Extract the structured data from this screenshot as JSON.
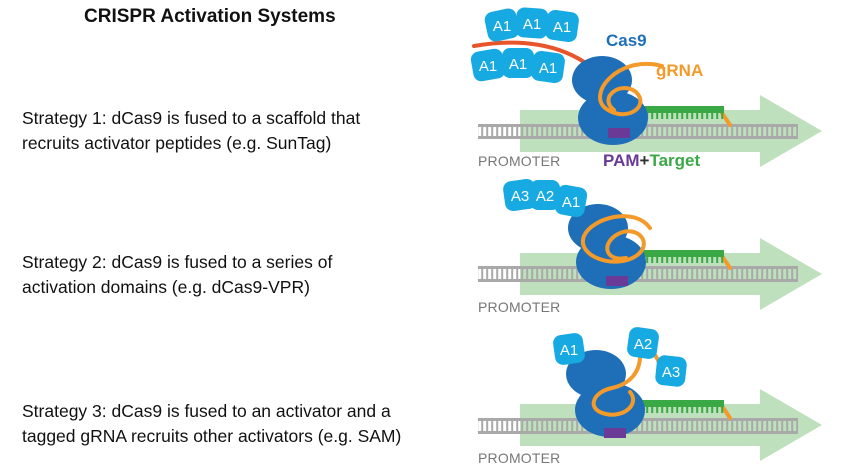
{
  "title": "CRISPR Activation Systems",
  "strategies": [
    {
      "line1": "Strategy 1: dCas9 is fused to a scaffold that",
      "line2": "recruits activator peptides (e.g. SunTag)"
    },
    {
      "line1": "Strategy 2: dCas9 is fused to a series of",
      "line2": "activation domains (e.g. dCas9-VPR)"
    },
    {
      "line1": "Strategy 3: dCas9 is fused to an activator and a",
      "line2": "tagged gRNA recruits other activators (e.g. SAM)"
    }
  ],
  "labels": {
    "cas9": "Cas9",
    "grna": "gRNA",
    "promoter": "PROMOTER",
    "pam": "PAM",
    "plus": "+",
    "target": "Target"
  },
  "activators": {
    "a1": "A1",
    "a2": "A2",
    "a3": "A3"
  },
  "colors": {
    "cas9": "#1f6fb8",
    "cas9_label": "#1f6fb8",
    "grna": "#f39a2b",
    "activator": "#17a9e1",
    "scaffold": "#e8552a",
    "arrow": "#bfe0bd",
    "dna": "#a9a9a9",
    "target": "#3aa845",
    "pam": "#6a3a96"
  }
}
